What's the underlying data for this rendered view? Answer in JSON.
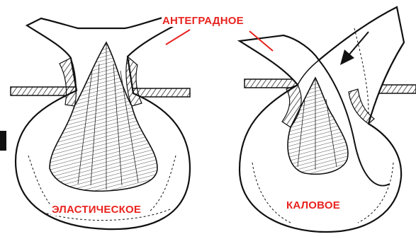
{
  "labels": {
    "top": "АНТЕГРАДНОЕ",
    "left": "ЭЛАСТИЧЕСКОЕ",
    "right": "КАЛОВОЕ"
  },
  "colors": {
    "label_red": "#e8231f",
    "ink": "#111111",
    "background": "#ffffff"
  },
  "icons": {
    "flow_arrow": "arrow-down-left-icon"
  }
}
